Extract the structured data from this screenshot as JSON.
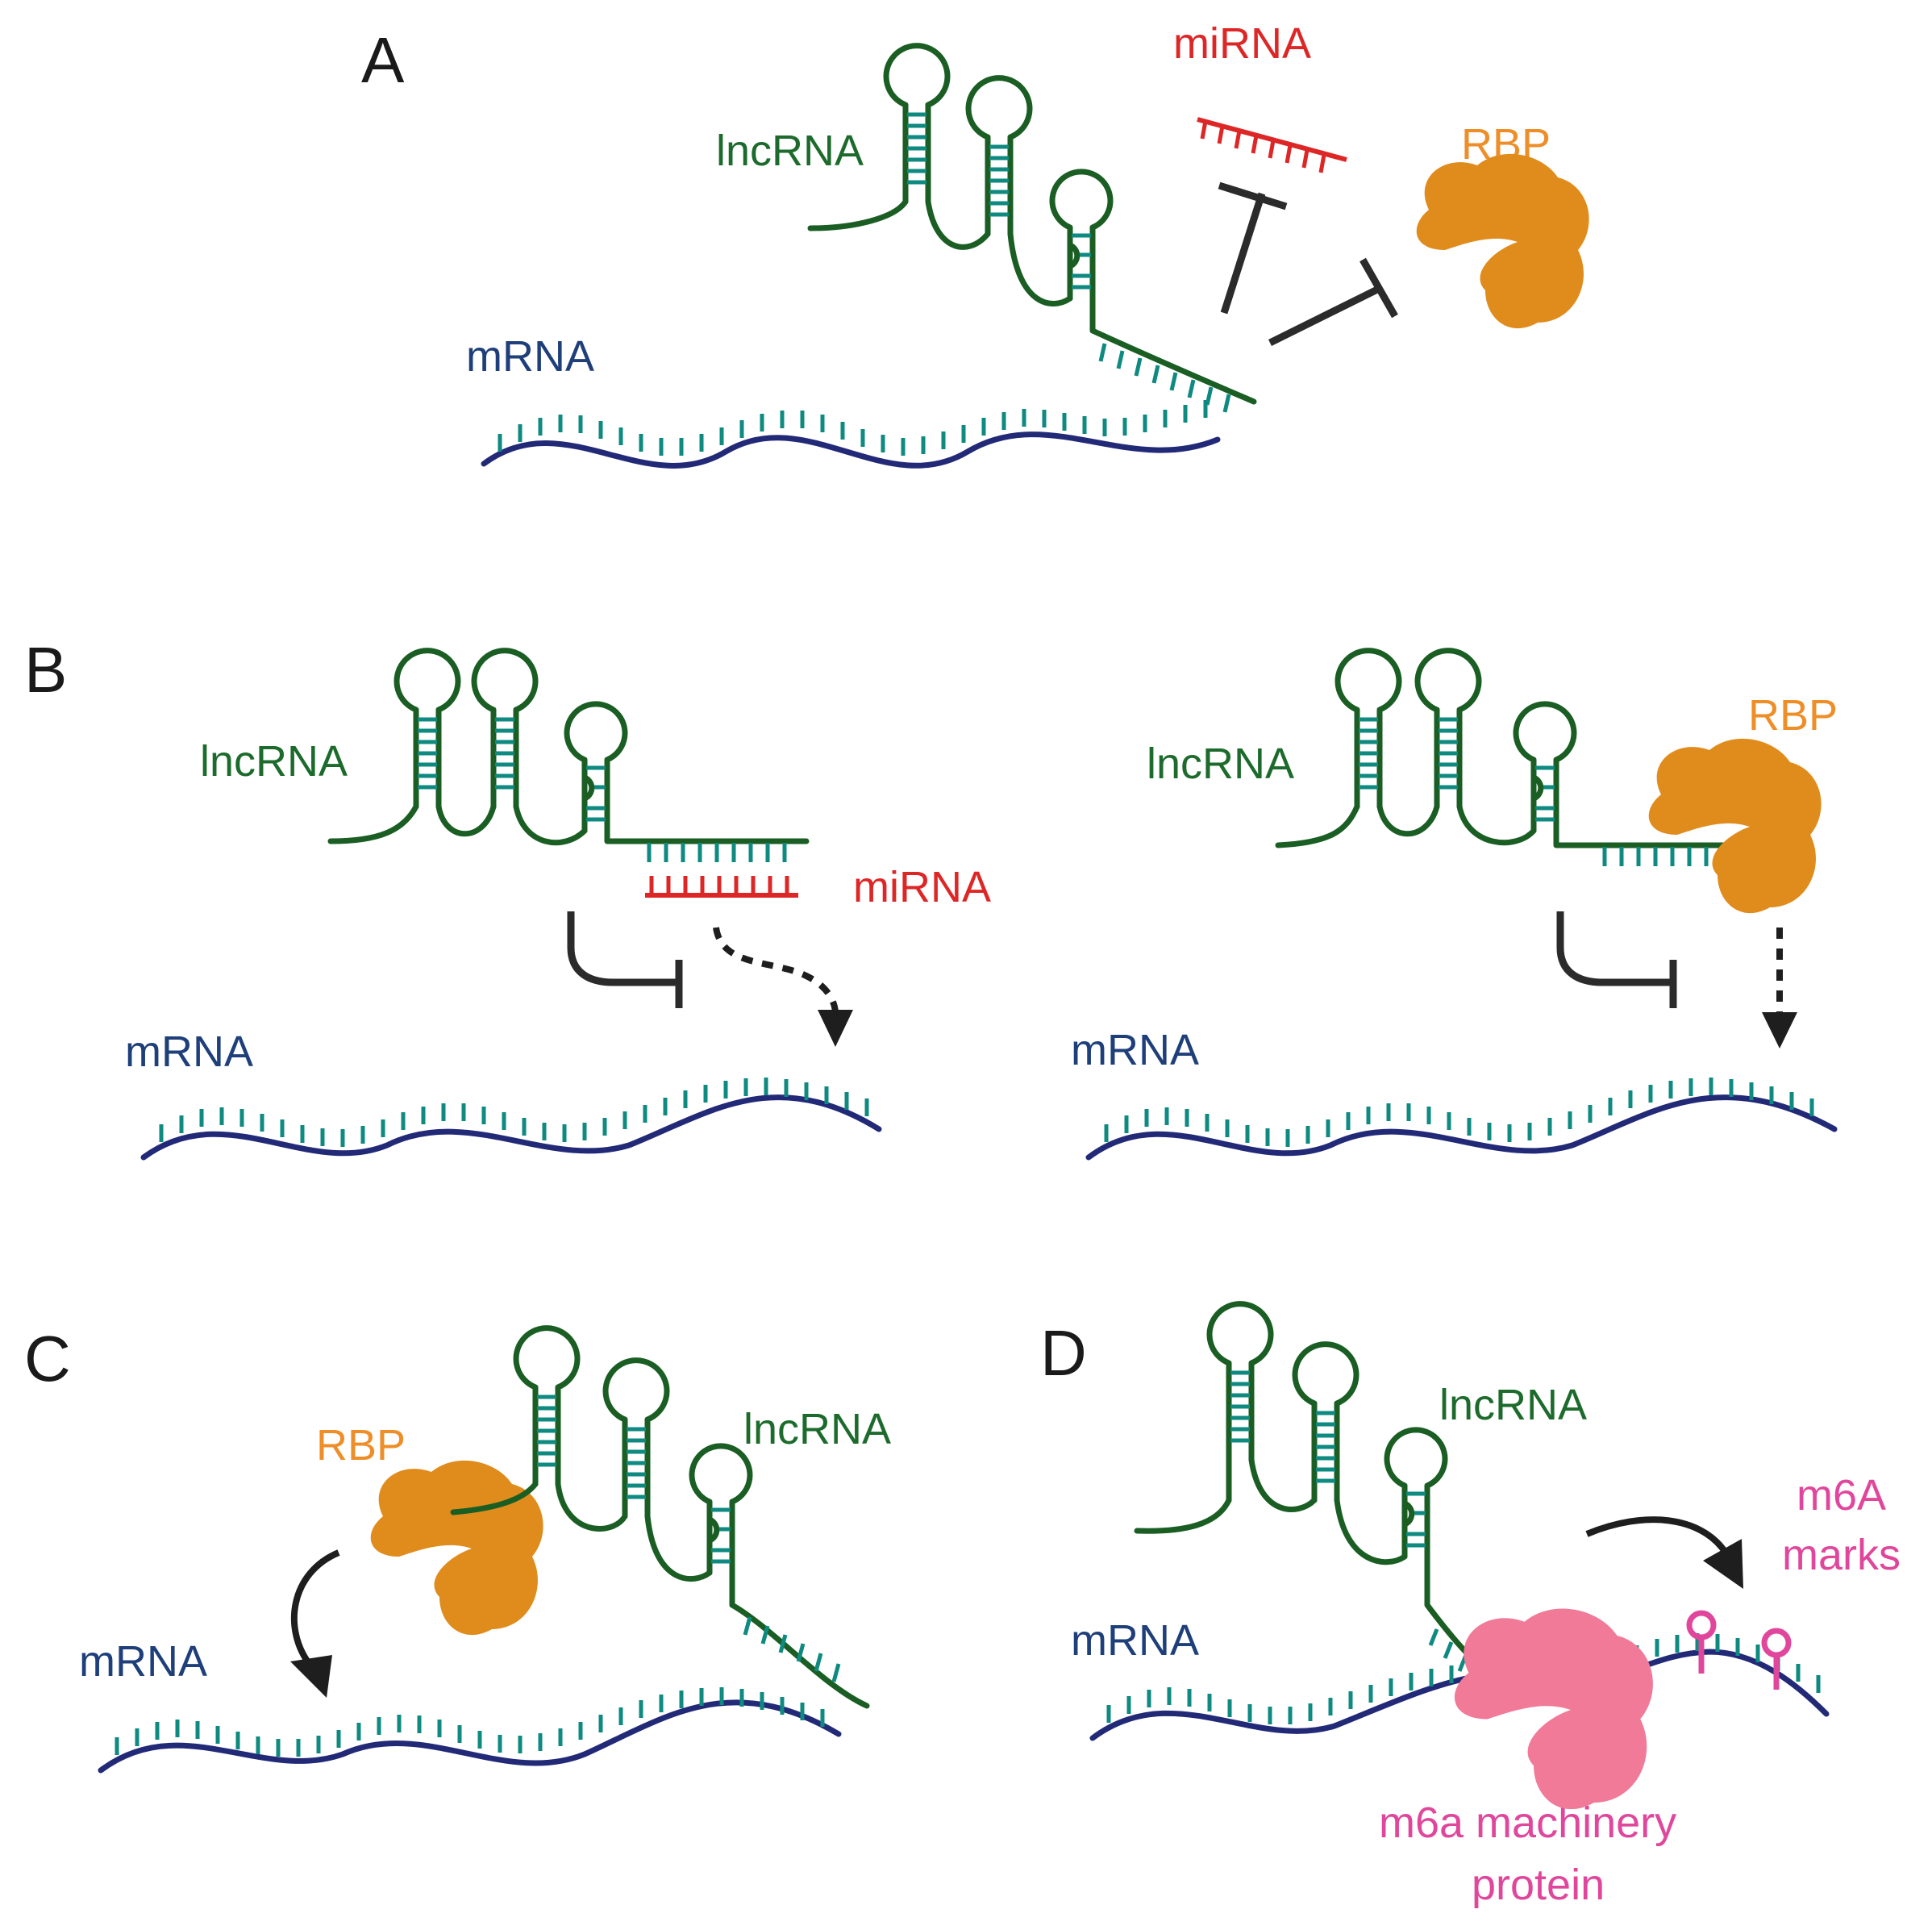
{
  "panels": [
    {
      "id": "A",
      "letter": "A",
      "labels": {
        "lncrna": "lncRNA",
        "mrna": "mRNA",
        "mirna": "miRNA",
        "rbp": "RBP"
      }
    },
    {
      "id": "B1",
      "letter": "B",
      "labels": {
        "lncrna": "lncRNA",
        "mrna": "mRNA",
        "mirna": "miRNA"
      }
    },
    {
      "id": "B2",
      "letter": "",
      "labels": {
        "lncrna": "lncRNA",
        "mrna": "mRNA",
        "rbp": "RBP"
      }
    },
    {
      "id": "C",
      "letter": "C",
      "labels": {
        "lncrna": "lncRNA",
        "mrna": "mRNA",
        "rbp": "RBP"
      }
    },
    {
      "id": "D",
      "letter": "D",
      "labels": {
        "lncrna": "lncRNA",
        "mrna": "mRNA",
        "m6a_marks_line1": "m6A",
        "m6a_marks_line2": "marks",
        "machinery_line1": "m6a machinery",
        "machinery_line2": "protein"
      }
    }
  ],
  "colors": {
    "lncrna": "#1a5e24",
    "base_pairs": "#0e8a80",
    "mrna": "#222a78",
    "mirna": "#dd2727",
    "rbp": "#e08c1d",
    "m6a": "#e0479c",
    "machinery": "#f07a98",
    "arrows": "#1e1e1e"
  },
  "icons": [
    "hairpin-loop",
    "inhibition-arrow",
    "curved-arrow",
    "dashed-arrow",
    "protein-blob",
    "methyl-mark"
  ]
}
